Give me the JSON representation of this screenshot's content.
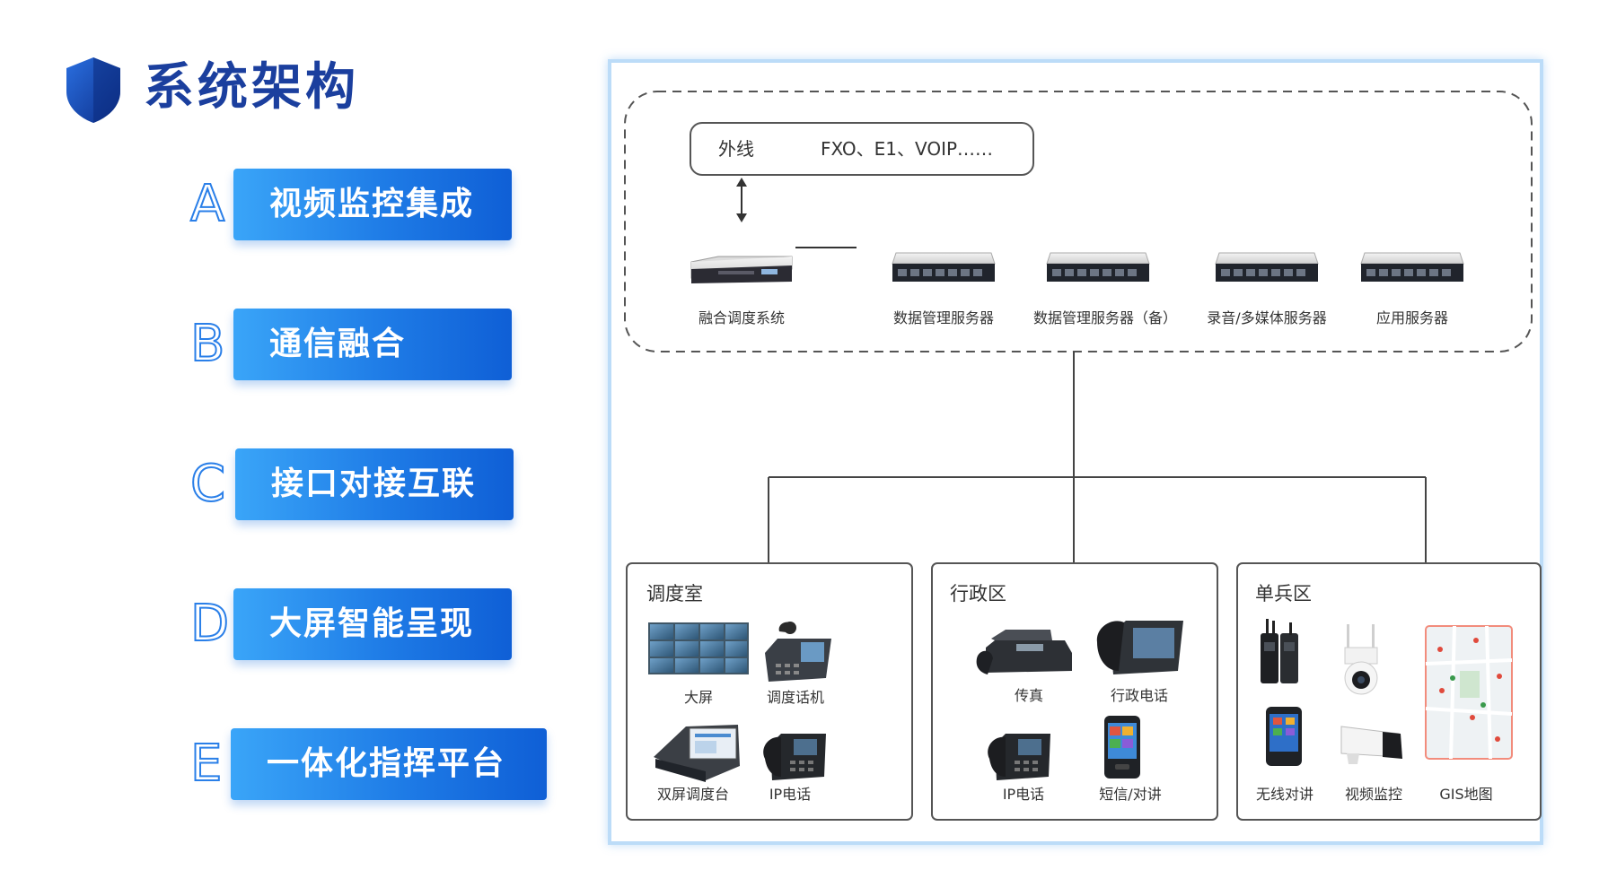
{
  "header": {
    "title": "系统架构"
  },
  "features": [
    {
      "letter": "A",
      "label": "视频监控集成"
    },
    {
      "letter": "B",
      "label": "通信融合"
    },
    {
      "letter": "C",
      "label": "接口对接互联"
    },
    {
      "letter": "D",
      "label": "大屏智能呈现"
    },
    {
      "letter": "E",
      "label": "一体化指挥平台"
    }
  ],
  "diagram": {
    "external_line": {
      "label": "外线",
      "value": "FXO、E1、VOIP……"
    },
    "servers": [
      "融合调度系统",
      "数据管理服务器",
      "数据管理服务器（备）",
      "录音/多媒体服务器",
      "应用服务器"
    ],
    "zones": [
      {
        "title": "调度室",
        "devices": [
          "大屏",
          "调度话机",
          "双屏调度台",
          "IP电话"
        ]
      },
      {
        "title": "行政区",
        "devices": [
          "传真",
          "行政电话",
          "IP电话",
          "短信/对讲"
        ]
      },
      {
        "title": "单兵区",
        "devices": [
          "无线对讲",
          "视频监控",
          "GIS地图"
        ]
      }
    ]
  },
  "colors": {
    "title": "#1b3f9e",
    "accent": "#1e7be6",
    "panel_border": "#bcdcf8"
  }
}
